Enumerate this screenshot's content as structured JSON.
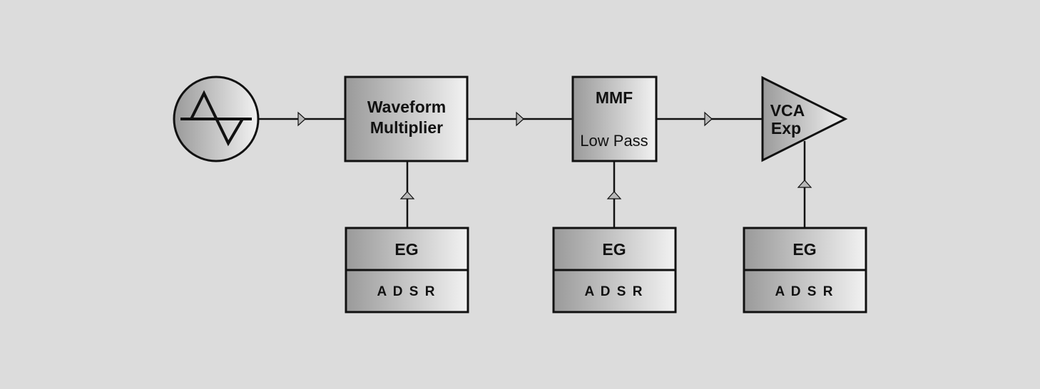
{
  "oscillator": {
    "icon": "sine-wave-icon"
  },
  "waveform_multiplier": {
    "line1": "Waveform",
    "line2": "Multiplier"
  },
  "filter": {
    "title": "MMF",
    "mode": "Low Pass"
  },
  "amplifier": {
    "line1": "VCA",
    "line2": "Exp"
  },
  "envelopes": [
    {
      "title": "EG",
      "params": "A D S R"
    },
    {
      "title": "EG",
      "params": "A D S R"
    },
    {
      "title": "EG",
      "params": "A D S R"
    }
  ],
  "colors": {
    "background": "#dcdcdc",
    "block_dark": "#9a9a9a",
    "block_light": "#f2f2f2",
    "stroke": "#111111"
  }
}
